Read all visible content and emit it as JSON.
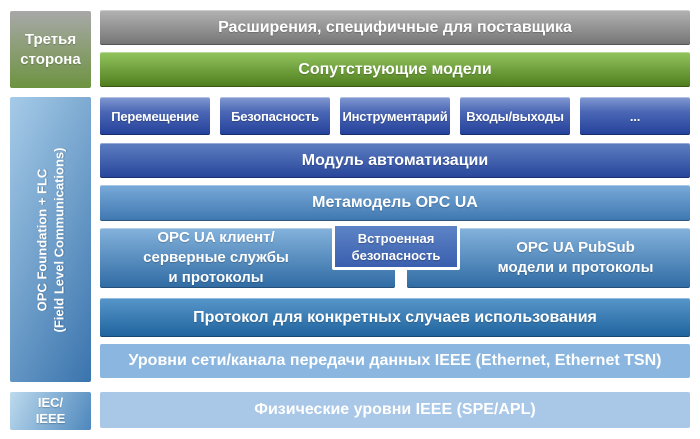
{
  "diagram": {
    "left_rail": {
      "third_party": {
        "line1": "Третья",
        "line2": "сторона"
      },
      "foundation": {
        "line1": "OPC Foundation + FLC",
        "line2": "(Field Level Communications)"
      },
      "iec": {
        "line1": "IEC/",
        "line2": "IEEE"
      }
    },
    "bars": {
      "vendor_extensions": "Расширения, специфичные для поставщика",
      "companion_models": "Сопутствующие модели",
      "automation_module": "Модуль автоматизации",
      "metamodel": "Метамодель OPC UA",
      "use_case_protocol": "Протокол для конкретных случаев использования",
      "network_layers": "Уровни сети/канала передачи данных IEEE (Ethernet, Ethernet TSN)",
      "physical_layers": "Физические уровни IEEE (SPE/APL)"
    },
    "facets": [
      "Перемещение",
      "Безопасность",
      "Инструментарий",
      "Входы/выходы",
      "..."
    ],
    "middle": {
      "client_server": {
        "line1": "OPC UA клиент/",
        "line2": "серверные службы",
        "line3": "и протоколы"
      },
      "embedded_security": {
        "line1": "Встроенная",
        "line2": "безопасность"
      },
      "pubsub": {
        "line1": "OPC UA PubSub",
        "line2": "модели и протоколы"
      }
    },
    "colors": {
      "vendor_gray_top": "#b3b3b3",
      "vendor_gray_bottom": "#747474",
      "companion_green_top": "#93c55f",
      "companion_green_bottom": "#4e7c1d",
      "royal_blue_top": "#5d7fc1",
      "royal_blue_bottom": "#27449a",
      "medium_blue_top": "#79aad9",
      "medium_blue_bottom": "#3e77b0",
      "network_flat_blue": "#8ab6df",
      "physical_flat_blue": "#a9c7e6",
      "rail_blue_light": "#a6cbe8",
      "rail_blue_dark": "#3a74ad"
    }
  }
}
